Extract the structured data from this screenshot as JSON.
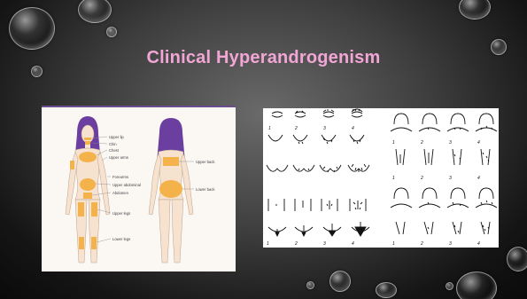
{
  "slide": {
    "title": "Clinical Hyperandrogenism"
  },
  "body_map": {
    "front_labels": [
      "Upper lip",
      "Chin",
      "Chest",
      "Upper arms",
      "Forearms",
      "Upper abdominal",
      "Abdomen",
      "Upper legs",
      "Lower legs"
    ],
    "back_labels": [
      "Upper back",
      "Lower back"
    ]
  },
  "ferriman_gallwey": {
    "scores": [
      "1",
      "2",
      "3",
      "4"
    ]
  },
  "colors": {
    "title": "#f2a6d6",
    "hair": "#6b3fa0",
    "highlight": "#f4b34a"
  }
}
